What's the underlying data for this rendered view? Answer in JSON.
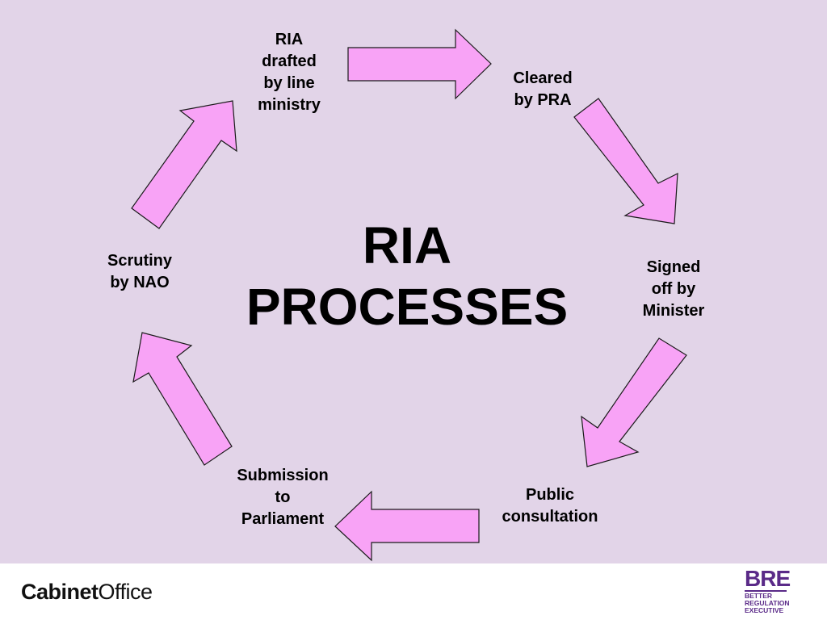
{
  "title": {
    "line1": "RIA",
    "line2": "PROCESSES"
  },
  "steps": [
    {
      "lines": [
        "RIA",
        "drafted",
        "by line",
        "ministry"
      ]
    },
    {
      "lines": [
        "Cleared",
        "by PRA"
      ]
    },
    {
      "lines": [
        "Signed",
        "off by",
        "Minister"
      ]
    },
    {
      "lines": [
        "Public",
        "consultation"
      ]
    },
    {
      "lines": [
        "Submission",
        "to",
        "Parliament"
      ]
    },
    {
      "lines": [
        "Scrutiny",
        "by NAO"
      ]
    }
  ],
  "footer": {
    "cabinet_bold": "Cabinet",
    "cabinet_regular": "Office",
    "bre_abbr": "BRE",
    "bre_line1": "BETTER",
    "bre_line2": "REGULATION",
    "bre_line3": "EXECUTIVE"
  },
  "colors": {
    "background": "#e2d4e8",
    "arrow_fill": "#f8a3f6",
    "arrow_stroke": "#1a1a1a",
    "bre_purple": "#5a2a88"
  }
}
